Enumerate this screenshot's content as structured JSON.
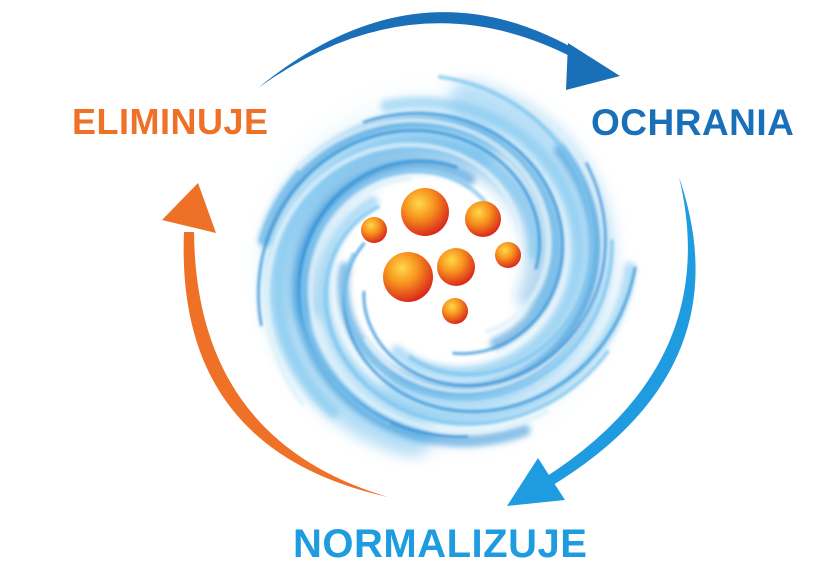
{
  "labels": {
    "eliminuje": "ELIMINUJE",
    "ochrania": "OCHRANIA",
    "normalizuje": "NORMALIZUJE"
  },
  "colors": {
    "orange": "#ee7127",
    "blue_dark": "#1a6fb9",
    "blue_light": "#1f9be0",
    "swirl_light": "#dff1fb",
    "swirl_mid": "#7cc4ef",
    "swirl_deep": "#2d8fd6",
    "sphere_light": "#ffb33c",
    "sphere_dark": "#d9261c"
  },
  "icons": {
    "center": "water-swirl",
    "particles": "orange-particle-spheres"
  }
}
